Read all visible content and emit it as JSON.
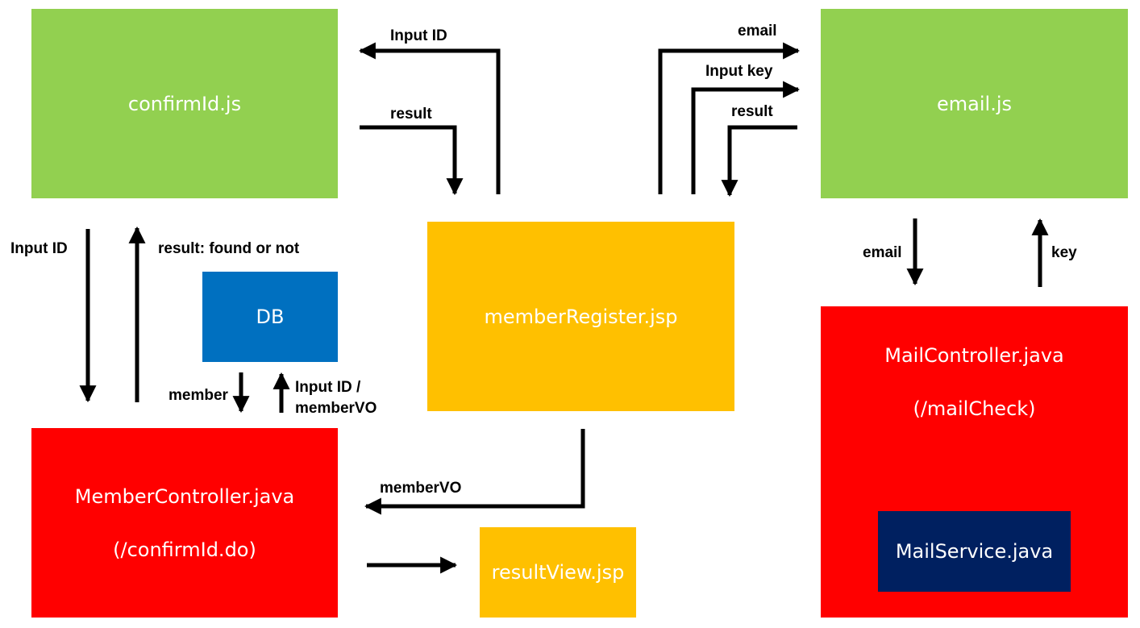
{
  "nodes": {
    "confirm_id_js": "confirmId.js",
    "email_js": "email.js",
    "member_register_jsp": "memberRegister.jsp",
    "db": "DB",
    "member_controller": {
      "name": "MemberController.java",
      "path": "(/confirmId.do)"
    },
    "mail_controller": {
      "name": "MailController.java",
      "path": "(/mailCheck)"
    },
    "mail_service": "MailService.java",
    "result_view_jsp": "resultView.jsp"
  },
  "edges": {
    "input_id_to_confirm": "Input ID",
    "result_to_register": "result",
    "email_to_emailjs": "email",
    "input_key_to_emailjs": "Input key",
    "result_from_emailjs": "result",
    "confirm_to_controller": "Input ID",
    "controller_to_confirm": "result: found or not",
    "db_to_controller": "member",
    "controller_to_db_line1": "Input ID /",
    "controller_to_db_line2": "memberVO",
    "register_to_controller": "memberVO",
    "emailjs_to_mailcontroller": "email",
    "mailcontroller_to_emailjs": "key"
  },
  "colors": {
    "green": "#92d050",
    "yellow": "#ffc000",
    "red": "#ff0000",
    "blue": "#0070c0",
    "navy": "#002060",
    "arrow": "#000000"
  }
}
